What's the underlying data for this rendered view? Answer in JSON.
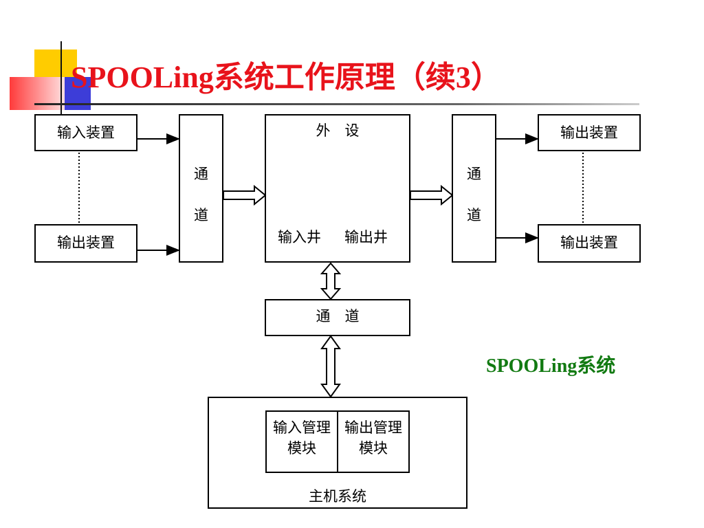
{
  "slide": {
    "title": "SPOOLing系统工作原理（续3）",
    "system_label": "SPOOLing系统"
  },
  "colors": {
    "title": "#e8131b",
    "system_label": "#127a12",
    "accent_yellow": "#ffcc00",
    "accent_red": "#ff3333",
    "accent_blue": "#3333cc"
  },
  "diagram": {
    "left_devices": {
      "top": "输入装置",
      "bottom": "输出装置"
    },
    "left_channel": {
      "char1": "通",
      "char2": "道"
    },
    "peripheral": {
      "title": "外　设",
      "input_well": "输入井",
      "output_well": "输出井"
    },
    "right_channel": {
      "char1": "通",
      "char2": "道"
    },
    "right_devices": {
      "top": "输出装置",
      "bottom": "输出装置"
    },
    "middle_channel": "通　道",
    "host": {
      "input_module": "输入管理模块",
      "output_module": "输出管理模块",
      "label": "主机系统"
    }
  }
}
